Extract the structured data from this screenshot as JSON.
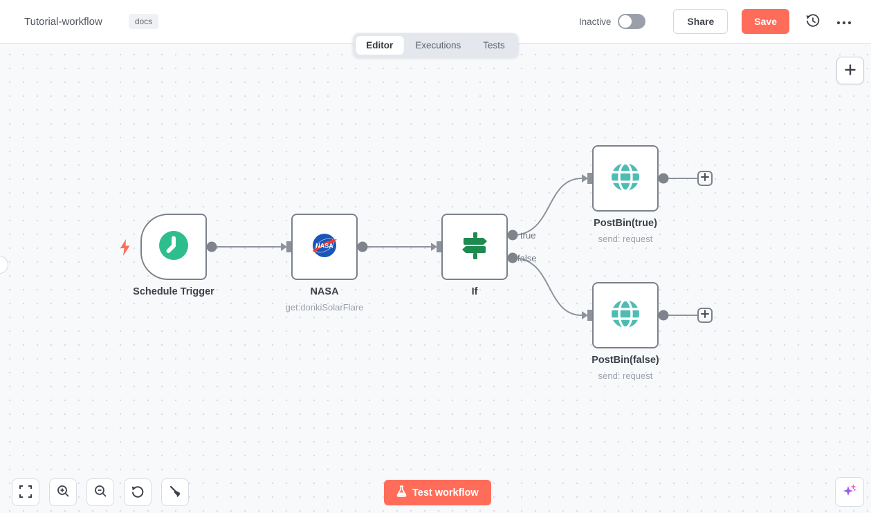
{
  "header": {
    "title": "Tutorial-workflow",
    "tag": "docs",
    "status_label": "Inactive",
    "share_label": "Share",
    "save_label": "Save"
  },
  "tabs": [
    {
      "label": "Editor",
      "active": true
    },
    {
      "label": "Executions",
      "active": false
    },
    {
      "label": "Tests",
      "active": false
    }
  ],
  "canvas": {
    "nodes": [
      {
        "name": "Schedule Trigger",
        "subtitle": "",
        "icon": "clock-icon"
      },
      {
        "name": "NASA",
        "subtitle": "get:donkiSolarFlare",
        "icon": "nasa-logo-icon"
      },
      {
        "name": "If",
        "subtitle": "",
        "icon": "signpost-icon"
      },
      {
        "name": "PostBin(true)",
        "subtitle": "send: request",
        "icon": "globe-icon"
      },
      {
        "name": "PostBin(false)",
        "subtitle": "send: request",
        "icon": "globe-icon"
      }
    ],
    "connection_labels": {
      "true_branch": "true",
      "false_branch": "false"
    }
  },
  "footer": {
    "test_button_label": "Test workflow"
  },
  "colors": {
    "accent_orange": "#ff6d5a",
    "trigger_green": "#2ebe8e",
    "if_green": "#1e8a4f",
    "globe_teal": "#4dbcb2",
    "nasa_blue": "#1a56b8",
    "nasa_red": "#f53b2a",
    "connector_gray": "#8e939b",
    "ai_purple": "#8a5cf6",
    "ai_pink": "#e85ec1"
  }
}
